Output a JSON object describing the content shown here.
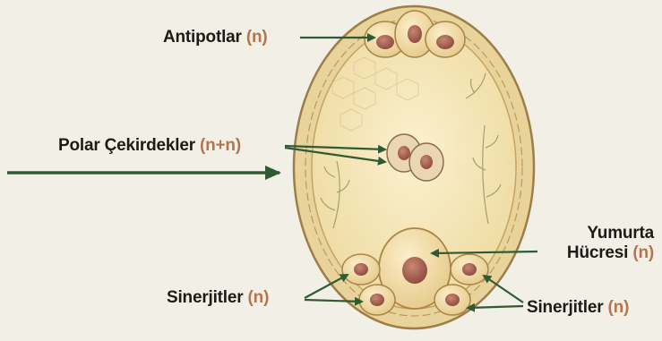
{
  "labels": {
    "antipodals": {
      "text": "Antipotlar",
      "ploidy": "(n)"
    },
    "polar_nuclei": {
      "text": "Polar Çekirdekler",
      "ploidy": "(n+n)"
    },
    "egg_cell": {
      "line1": "Yumurta",
      "line2": "Hücresi",
      "ploidy": "(n)"
    },
    "synergids_left": {
      "text": "Sinerjitler",
      "ploidy": "(n)"
    },
    "synergids_right": {
      "text": "Sinerjitler",
      "ploidy": "(n)"
    }
  },
  "colors": {
    "arrow": "#2f5a34",
    "ploidy_text": "#b3754e",
    "sac_fill": "#f3e3b2",
    "sac_border": "#c9a866",
    "nucleus": "#a85c4e",
    "background": "#f2efe6"
  }
}
